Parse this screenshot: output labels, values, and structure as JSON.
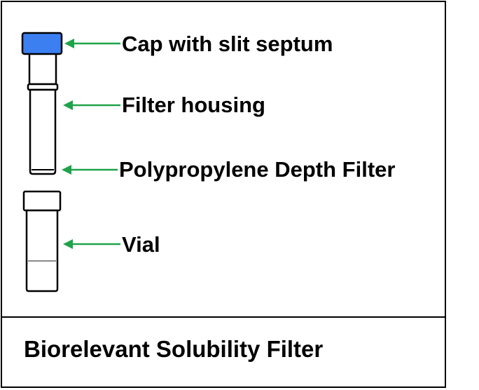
{
  "labels": {
    "cap": "Cap with slit septum",
    "housing": "Filter housing",
    "filter": "Polypropylene Depth Filter",
    "vial": "Vial"
  },
  "caption": "Biorelevant Solubility Filter",
  "colors": {
    "cap_fill": "#3b7ff0",
    "arrow": "#1fa34a",
    "outline": "#000000",
    "liquid_line": "#8a8a8a"
  }
}
